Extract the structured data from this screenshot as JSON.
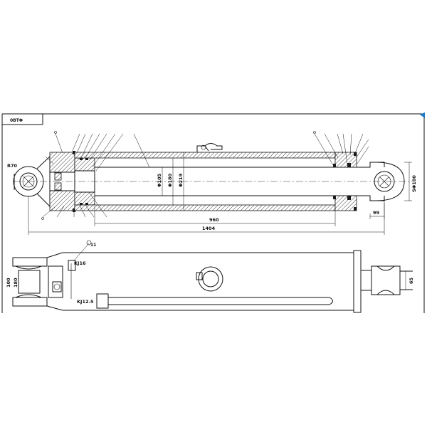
{
  "title_block": {
    "code": "0BTΦ"
  },
  "colors": {
    "line": "#111111",
    "corner_mark": "#1f78c8",
    "background": "#ffffff"
  },
  "section_view": {
    "left_eye_label": "R70",
    "dims": {
      "rod_dia": "Φ105",
      "bore_dia": "Φ180",
      "tube_od": "Φ219",
      "stroke": "960",
      "overall": "1404",
      "rod_eye_len": "99",
      "pin_dia": "SΦ100"
    }
  },
  "outer_view": {
    "callout": "11",
    "left_port": "KJ16",
    "lower_port": "KJ12.5",
    "clevis_width": "100",
    "clevis_gap": "180",
    "rod_end_width": "65"
  }
}
